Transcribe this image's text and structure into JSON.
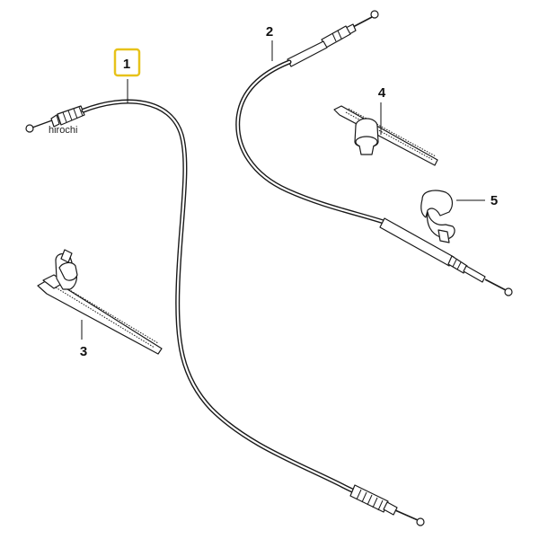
{
  "diagram": {
    "callouts": [
      {
        "id": "1",
        "label": "1"
      },
      {
        "id": "2",
        "label": "2"
      },
      {
        "id": "3",
        "label": "3"
      },
      {
        "id": "4",
        "label": "4"
      },
      {
        "id": "5",
        "label": "5"
      }
    ],
    "highlighted_callout": "1",
    "highlight_color": "#e7c21a",
    "line_color": "#1a1a1a"
  },
  "watermark": {
    "text": "hirochi"
  }
}
